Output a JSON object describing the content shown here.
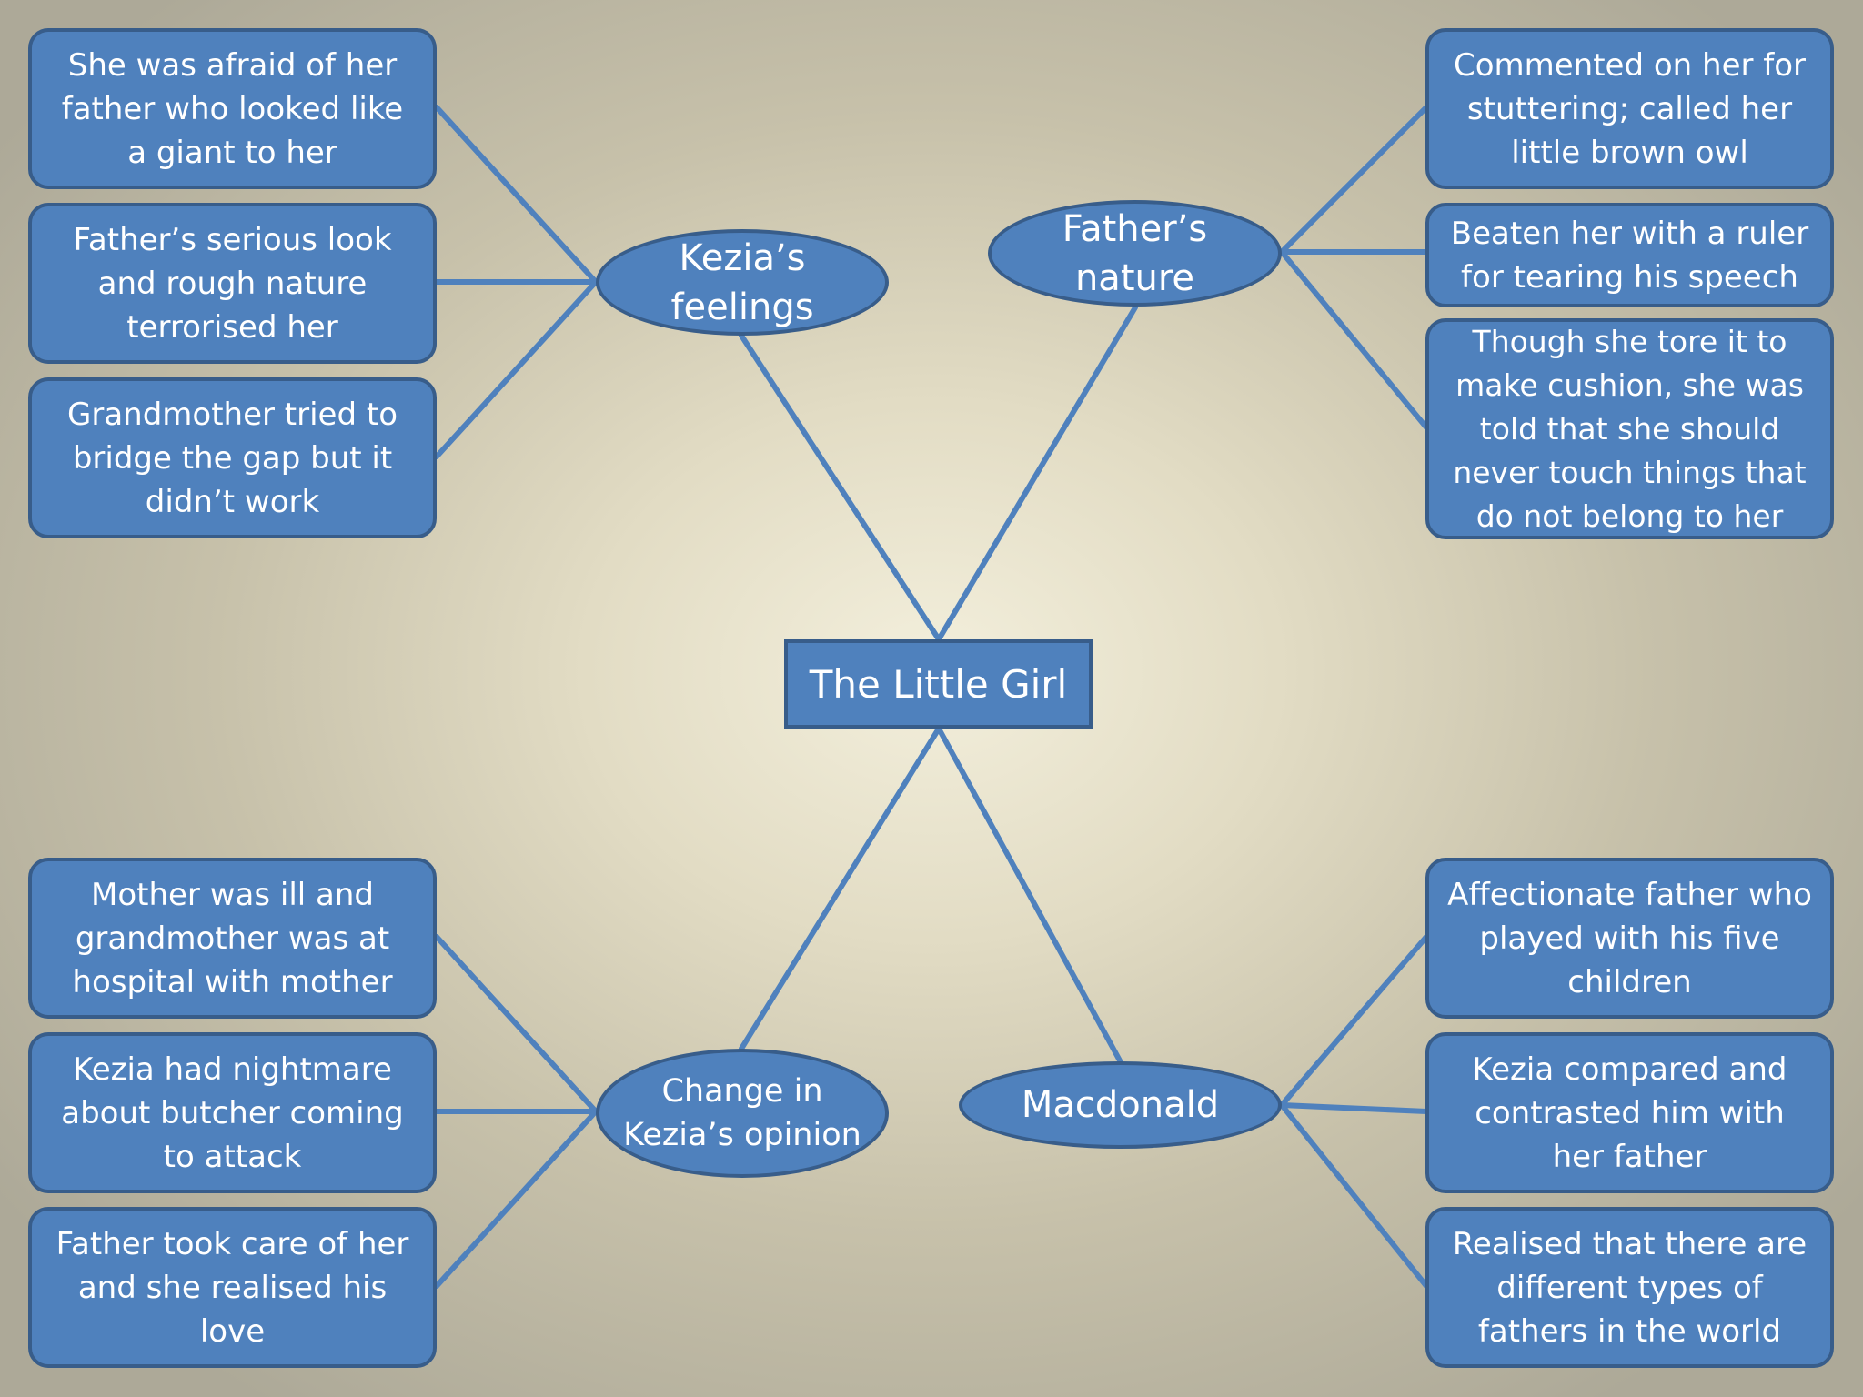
{
  "center": "The Little Girl",
  "topics": {
    "kezia_feelings": "Kezia’s feelings",
    "fathers_nature": "Father’s nature",
    "change_opinion": "Change in Kezia’s opinion",
    "macdonald": "Macdonald"
  },
  "boxes": {
    "tl1": "She was afraid of her father who looked like a giant to her",
    "tl2": "Father’s serious look and rough nature terrorised her",
    "tl3": "Grandmother tried to bridge the gap but it didn’t work",
    "tr1": "Commented on her for stuttering; called her little brown owl",
    "tr2": "Beaten her with a ruler for tearing his speech",
    "tr3": "Though she tore it to make cushion, she was told that she should never touch things that do not belong to her",
    "bl1": "Mother was ill and grandmother was at hospital with mother",
    "bl2": "Kezia had nightmare about butcher coming to attack",
    "bl3": "Father took care of her and she realised his love",
    "br1": "Affectionate father who played with his five children",
    "br2": "Kezia compared and contrasted him with her father",
    "br3": "Realised that there are different types of fathers in the world"
  },
  "colors": {
    "fill": "#4f81bd",
    "border": "#385d8a",
    "text": "#ffffff"
  }
}
